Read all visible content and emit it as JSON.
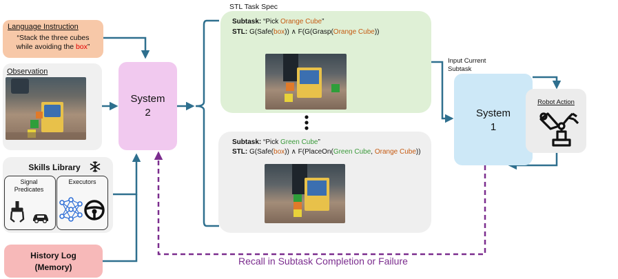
{
  "colors": {
    "orange": "#c55a11",
    "green": "#3a9a3a",
    "red": "#e00000",
    "arrow": "#2e6f8e",
    "purple": "#7b2d8e",
    "lang_bg": "#f7c8a8",
    "obs_bg": "#f0f0f0",
    "sys2_bg": "#f1c9ef",
    "sys1_bg": "#cde8f7",
    "green_panel": "#dff0d6",
    "grey_panel": "#efefef",
    "history_bg": "#f7b9b9"
  },
  "language": {
    "title": "Language Instruction",
    "line1": "“Stack the three cubes",
    "line2_prefix": "while avoiding the ",
    "line2_highlight": "box",
    "line2_suffix": "”"
  },
  "observation": {
    "title": "Observation"
  },
  "skills": {
    "title": "Skills Library",
    "predicates_title": "Signal Predicates",
    "executors_title": "Executors",
    "icons": [
      "snowflake-icon",
      "gripper-icon",
      "car-icon",
      "neural-network-icon",
      "steering-wheel-icon"
    ]
  },
  "history": {
    "line1": "History Log",
    "line2": "(Memory)"
  },
  "system2": {
    "line1": "System",
    "line2": "2"
  },
  "system1": {
    "line1": "System",
    "line2": "1"
  },
  "stl": {
    "header": "STL Task Spec"
  },
  "spec1": {
    "subtask_label": "Subtask:",
    "subtask_prefix": " “Pick ",
    "subtask_object": "Orange Cube",
    "subtask_suffix": "”",
    "stl_label": "STL:",
    "p1": " G(Safe(",
    "box": "box",
    "p2": ")) ∧ F(G(Grasp(",
    "obj": "Orange Cube",
    "p3": "))"
  },
  "spec2": {
    "subtask_label": "Subtask:",
    "subtask_prefix": " “Pick ",
    "subtask_object": "Green Cube",
    "subtask_suffix": "”",
    "stl_label": "STL:",
    "p1": " G(Safe(",
    "box": "box",
    "p2": ")) ∧ F(PlaceOn(",
    "obj1": "Green Cube",
    "sep": ", ",
    "obj2": "Orange Cube",
    "p3": "))"
  },
  "input_label": {
    "line1": "Input Current",
    "line2": "Subtask"
  },
  "robot_action": {
    "title": "Robot Action",
    "icon": "robot-arm-icon"
  },
  "recall": "Recall in Subtask Completion or Failure"
}
